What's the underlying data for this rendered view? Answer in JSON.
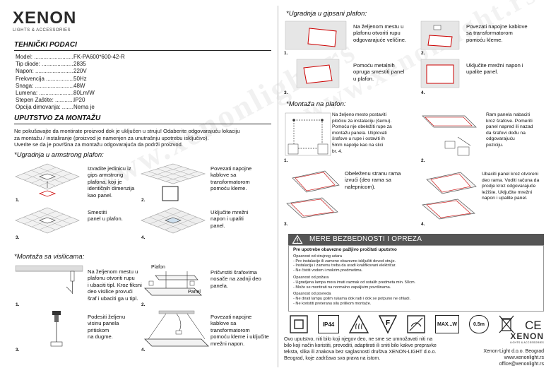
{
  "brand": {
    "name": "XENON",
    "tagline": "LIGHTS & ACCESSORIES"
  },
  "specs": {
    "title": "TEHNIČKI PODACI",
    "rows": [
      {
        "k": "Model: .........................",
        "v": "FK-PA600*600-42-R"
      },
      {
        "k": "Tip diode: ....................",
        "v": "2835"
      },
      {
        "k": "Napon: ..........................",
        "v": "220V"
      },
      {
        "k": "Frekvencija .....................",
        "v": "50Hz"
      },
      {
        "k": "Snaga: ..........................",
        "v": "48W"
      },
      {
        "k": "Lumena: .......................",
        "v": "80Lm/W"
      },
      {
        "k": "Stepen Zaštite: ...............",
        "v": "IP20"
      },
      {
        "k": "Opcija dimovanja: .......",
        "v": "Nema je"
      }
    ]
  },
  "manual": {
    "title": "UPUTSTVO ZA MONTAŽU",
    "intro": [
      "Ne pokušavajte da montirate proizvod dok je uključen u struju! Odaberite odgovarajuću lokaciju",
      "za montažu / instaliranje (proizvod je namenjen za unutrašnju upotrebu isključivo).",
      "Uverite se da je površina za montažu odgovarajuća da podrži proizvod."
    ]
  },
  "armstrong": {
    "title": "*Ugradnja u armstrong plafon:",
    "steps": [
      {
        "n": "1.",
        "text": [
          "Izvadite jedinicu iz",
          "gips armstrong",
          "plafona, koji je",
          "identičnih dimenzija",
          "kao panel."
        ]
      },
      {
        "n": "2.",
        "text": [
          "Povezati napojne",
          "kablove sa",
          "transformatorom",
          "pomoću kleme."
        ]
      },
      {
        "n": "3.",
        "text": [
          "Smestiti",
          "panel u plafon."
        ]
      },
      {
        "n": "4.",
        "text": [
          "Uključite mrežni",
          "napon i upaliti",
          "panel."
        ]
      }
    ]
  },
  "ceiling": {
    "title": "*Montaža sa visilicama:",
    "steps": [
      {
        "n": "1.",
        "text": [
          "Na željenom mestu u",
          "plafonu otvoriti rupu",
          "i ubaciti tipl. Kroz fiksni",
          "deo visilice provući",
          "šraf i ubaciti ga u tipl."
        ]
      },
      {
        "n": "2.",
        "text": [
          "Pričvrstiti šrafovima",
          "nosače na zadnji deo",
          "panela."
        ],
        "label1": "Plafon",
        "label2": "Panel"
      },
      {
        "n": "3.",
        "text": [
          "Podesiti željenu",
          "visinu panela",
          "pritiskom",
          "na dugme."
        ]
      },
      {
        "n": "4.",
        "text": [
          "Povezati napojne",
          "kablove sa",
          "transformatorom",
          "pomoću kleme i uključite",
          "mrežni napon."
        ]
      }
    ]
  },
  "gypsum": {
    "title": "*Ugradnja u gipsani plafon:",
    "steps": [
      {
        "n": "1.",
        "text": [
          "Na željenom mestu u",
          "plafonu otvoriti rupu",
          "odgovarajuće veličine."
        ]
      },
      {
        "n": "2.",
        "text": [
          "Povezati napojne kablove",
          "sa transformatorom",
          "pomoću kleme."
        ]
      },
      {
        "n": "3.",
        "text": [
          "Pomoću metalnih",
          "opruga smestiti panel",
          "u plafon."
        ]
      },
      {
        "n": "4.",
        "text": [
          "Uključite mrežni napon i",
          "upalite panel."
        ]
      }
    ]
  },
  "surface": {
    "title": "*Montaža na plafon:",
    "steps": [
      {
        "n": "1.",
        "text": [
          "Na željeno mesto postaviti",
          "pločicu za instalaciju (šemu).",
          "Pomoću nje obeležiti rupe za",
          "montažu panela. Utiplovati",
          "šrafove u rupe i ostaviti ih",
          "5mm napolje kao na slici",
          "br. 4."
        ]
      },
      {
        "n": "2.",
        "text": [
          "Ram panela nabaciti",
          "kroz šrafove. Pomeriti",
          "panel napred ili nazad",
          "da šrafovi dođu na",
          "odgovarajuću",
          "poziciju."
        ]
      },
      {
        "n": "3.",
        "text": [
          "Obeleženu stranu rama",
          "izvući (deo rama sa",
          "nalepnicom)."
        ]
      },
      {
        "n": "4.",
        "text": [
          "Ubaciti panel kroz otvoreni",
          "deo rama. Voditi računa da",
          "prodje kroz odgovarajuće",
          "ležište. Uključite mrežni",
          "napon i upalite panel."
        ]
      }
    ]
  },
  "safety": {
    "title": "MERE BEZBEDNOSTI I OPREZA",
    "heading": "Pre upotrebe obavezno pažljivo pročitati uputstvo",
    "groups": [
      {
        "h": "Opasnost od strujnog udara",
        "items": [
          "- Pre instalacije ili zamene obavezno isključiti dovod struje.",
          "- Instalaciju i zamenu treba da uradi kvalifikovani električar.",
          "- Ne čistiti vodom i mokrim predmetima."
        ]
      },
      {
        "h": "Opasnost od požara",
        "items": [
          "- Ugradjena lampa mora imati razmak od ostalih predmeta min. 50cm.",
          "- Može se montirati na normalno zapaljivim površinama."
        ]
      },
      {
        "h": "Opasnost od povreda",
        "items": [
          "- Ne dirati lampu golim rukama dok radi i dok se potpuno ne ohladi.",
          "- Ne koristiti preteranu silu prilikom montaže."
        ]
      }
    ]
  },
  "icons": {
    "ip": "IP44",
    "max": "MAX...W",
    "dist": "0.5m"
  },
  "footer": {
    "text": [
      "Ovo uputstvo, niti bilo koji njegov deo, ne sme se umnožavati niti na",
      "bilo koji način koristiti, prevoditi, adaptirati ili sniti bilo kakve prepravke",
      "teksta, slika ili znakova bez saglasnosti društva XENON-LIGHT d.o.o.",
      "Beograd, koje zadržava sva prava na istom."
    ],
    "company": [
      "Xenon-Light d.o.o. Beograd",
      "www.xenonlight.rs",
      "office@xenonlight.rs"
    ]
  },
  "watermark": "www.xenonlight.rs"
}
